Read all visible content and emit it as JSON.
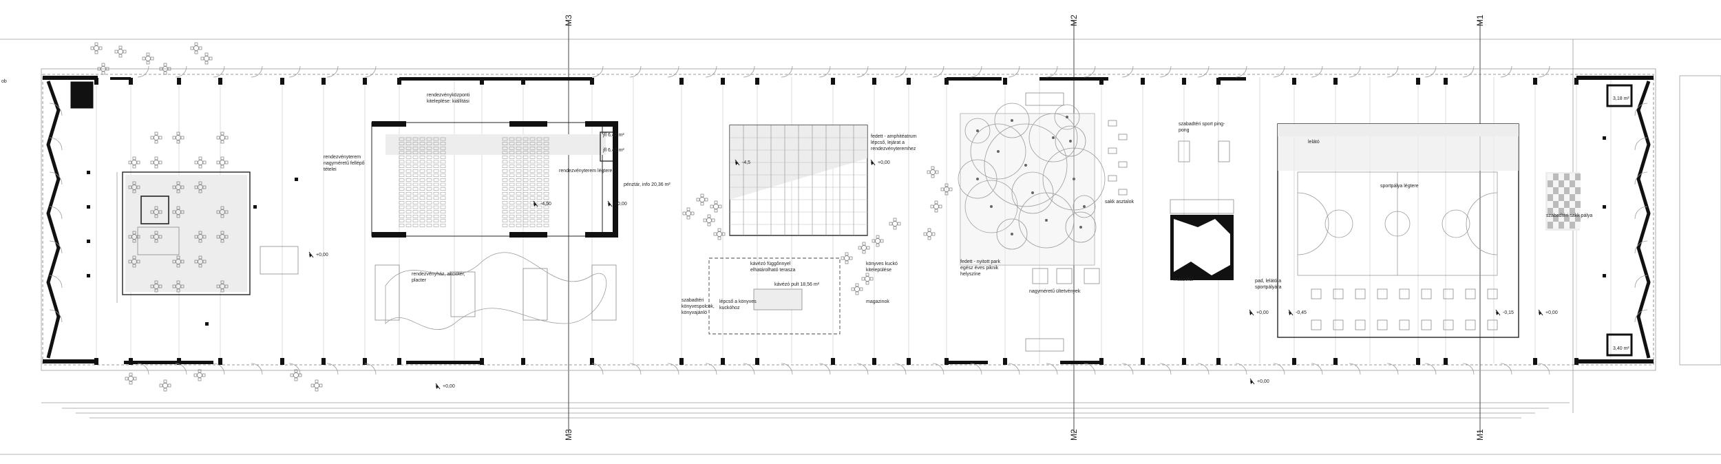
{
  "axes": {
    "m3": "M3",
    "m2": "M2",
    "m1": "M1"
  },
  "edge_left": "ob",
  "rooms": {
    "left_corner_room": "",
    "event_space_top": "rendezvényközponti kiteleplése: kiállítási",
    "event_space_left": "rendezvényterem nagyméretű fellépő tételei",
    "event_stage": "rendezvényterem légtere",
    "event_small_1": "jfl 6,42 m²",
    "event_small_2": "jfl 6,42 m²",
    "ticket_info": "pénztár, info 20,36 m²",
    "event_outdoor": "rendezvényház, akciótér, placter",
    "amphitheater": "fedett - amphitéatrum lépcső, lejárat a rendezvényteremhez",
    "library_terrace": "kávézó függőnnyel elhatárolható terasza",
    "library_steps": "lépcső a könyves kuckóhoz",
    "cafe_bar": "kávézó pult 18,56 m²",
    "book_corner": "könyves kuckó kitelepülése",
    "magazines": "magazinok",
    "reading_spots": "szabadtéri könyvespolcok, könyvajánló",
    "covered_park": "fedett - nyitott park egész éves piknik helyszíne",
    "chess_tables": "sakk asztalok",
    "large_trees": "nagyméretű ültetvények",
    "outdoor_sport": "szabadtéri sport ping- pong",
    "climbing_wall": "mászófal",
    "sport_court": "sportpálya légtere",
    "sport_edge": "lelátó",
    "sport_stands": "pad, lelátó a sportpályára",
    "outdoor_chess": "szabadtéri sakk pálya",
    "right_small_top": "3,18 m²",
    "right_small_bottom": "3,40 m²"
  },
  "levels": {
    "lv_left": "+0,00",
    "lv_bottom_left": "+0,00",
    "lv_stage": "-4,50",
    "lv_info": "+0,00",
    "lv_amphi_top": "-4,5",
    "lv_amphi_right": "+0,00",
    "lv_sport_left": "+0,00",
    "lv_sport_m45": "-0,45",
    "lv_sport_m15": "-0,15",
    "lv_sport_right": "+0,00",
    "lv_bottom_mid": "+0,00"
  },
  "colors": {
    "wall": "#111111",
    "line": "#9a9a9a",
    "paving": "#ededed"
  }
}
